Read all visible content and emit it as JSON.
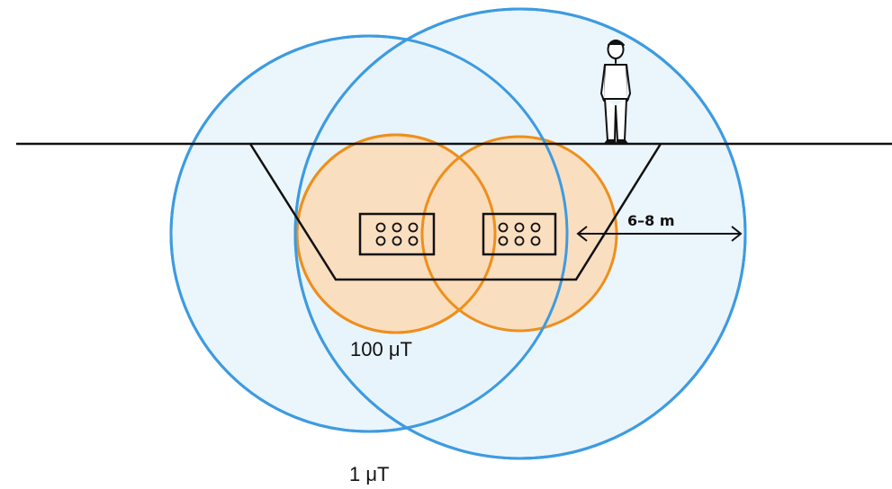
{
  "labels": {
    "distance": "6–8 m",
    "inner_field": "100 μT",
    "outer_field": "1 μT"
  },
  "colors": {
    "outer_circle_stroke": "#3d9be0",
    "outer_circle_fill": "#e8f3fb",
    "inner_circle_stroke": "#ee8f1c",
    "inner_circle_fill": "#fbdcb9",
    "line": "#111111"
  },
  "icons": {
    "person": "person-standing-icon",
    "arrow": "double-headed-arrow-icon"
  }
}
